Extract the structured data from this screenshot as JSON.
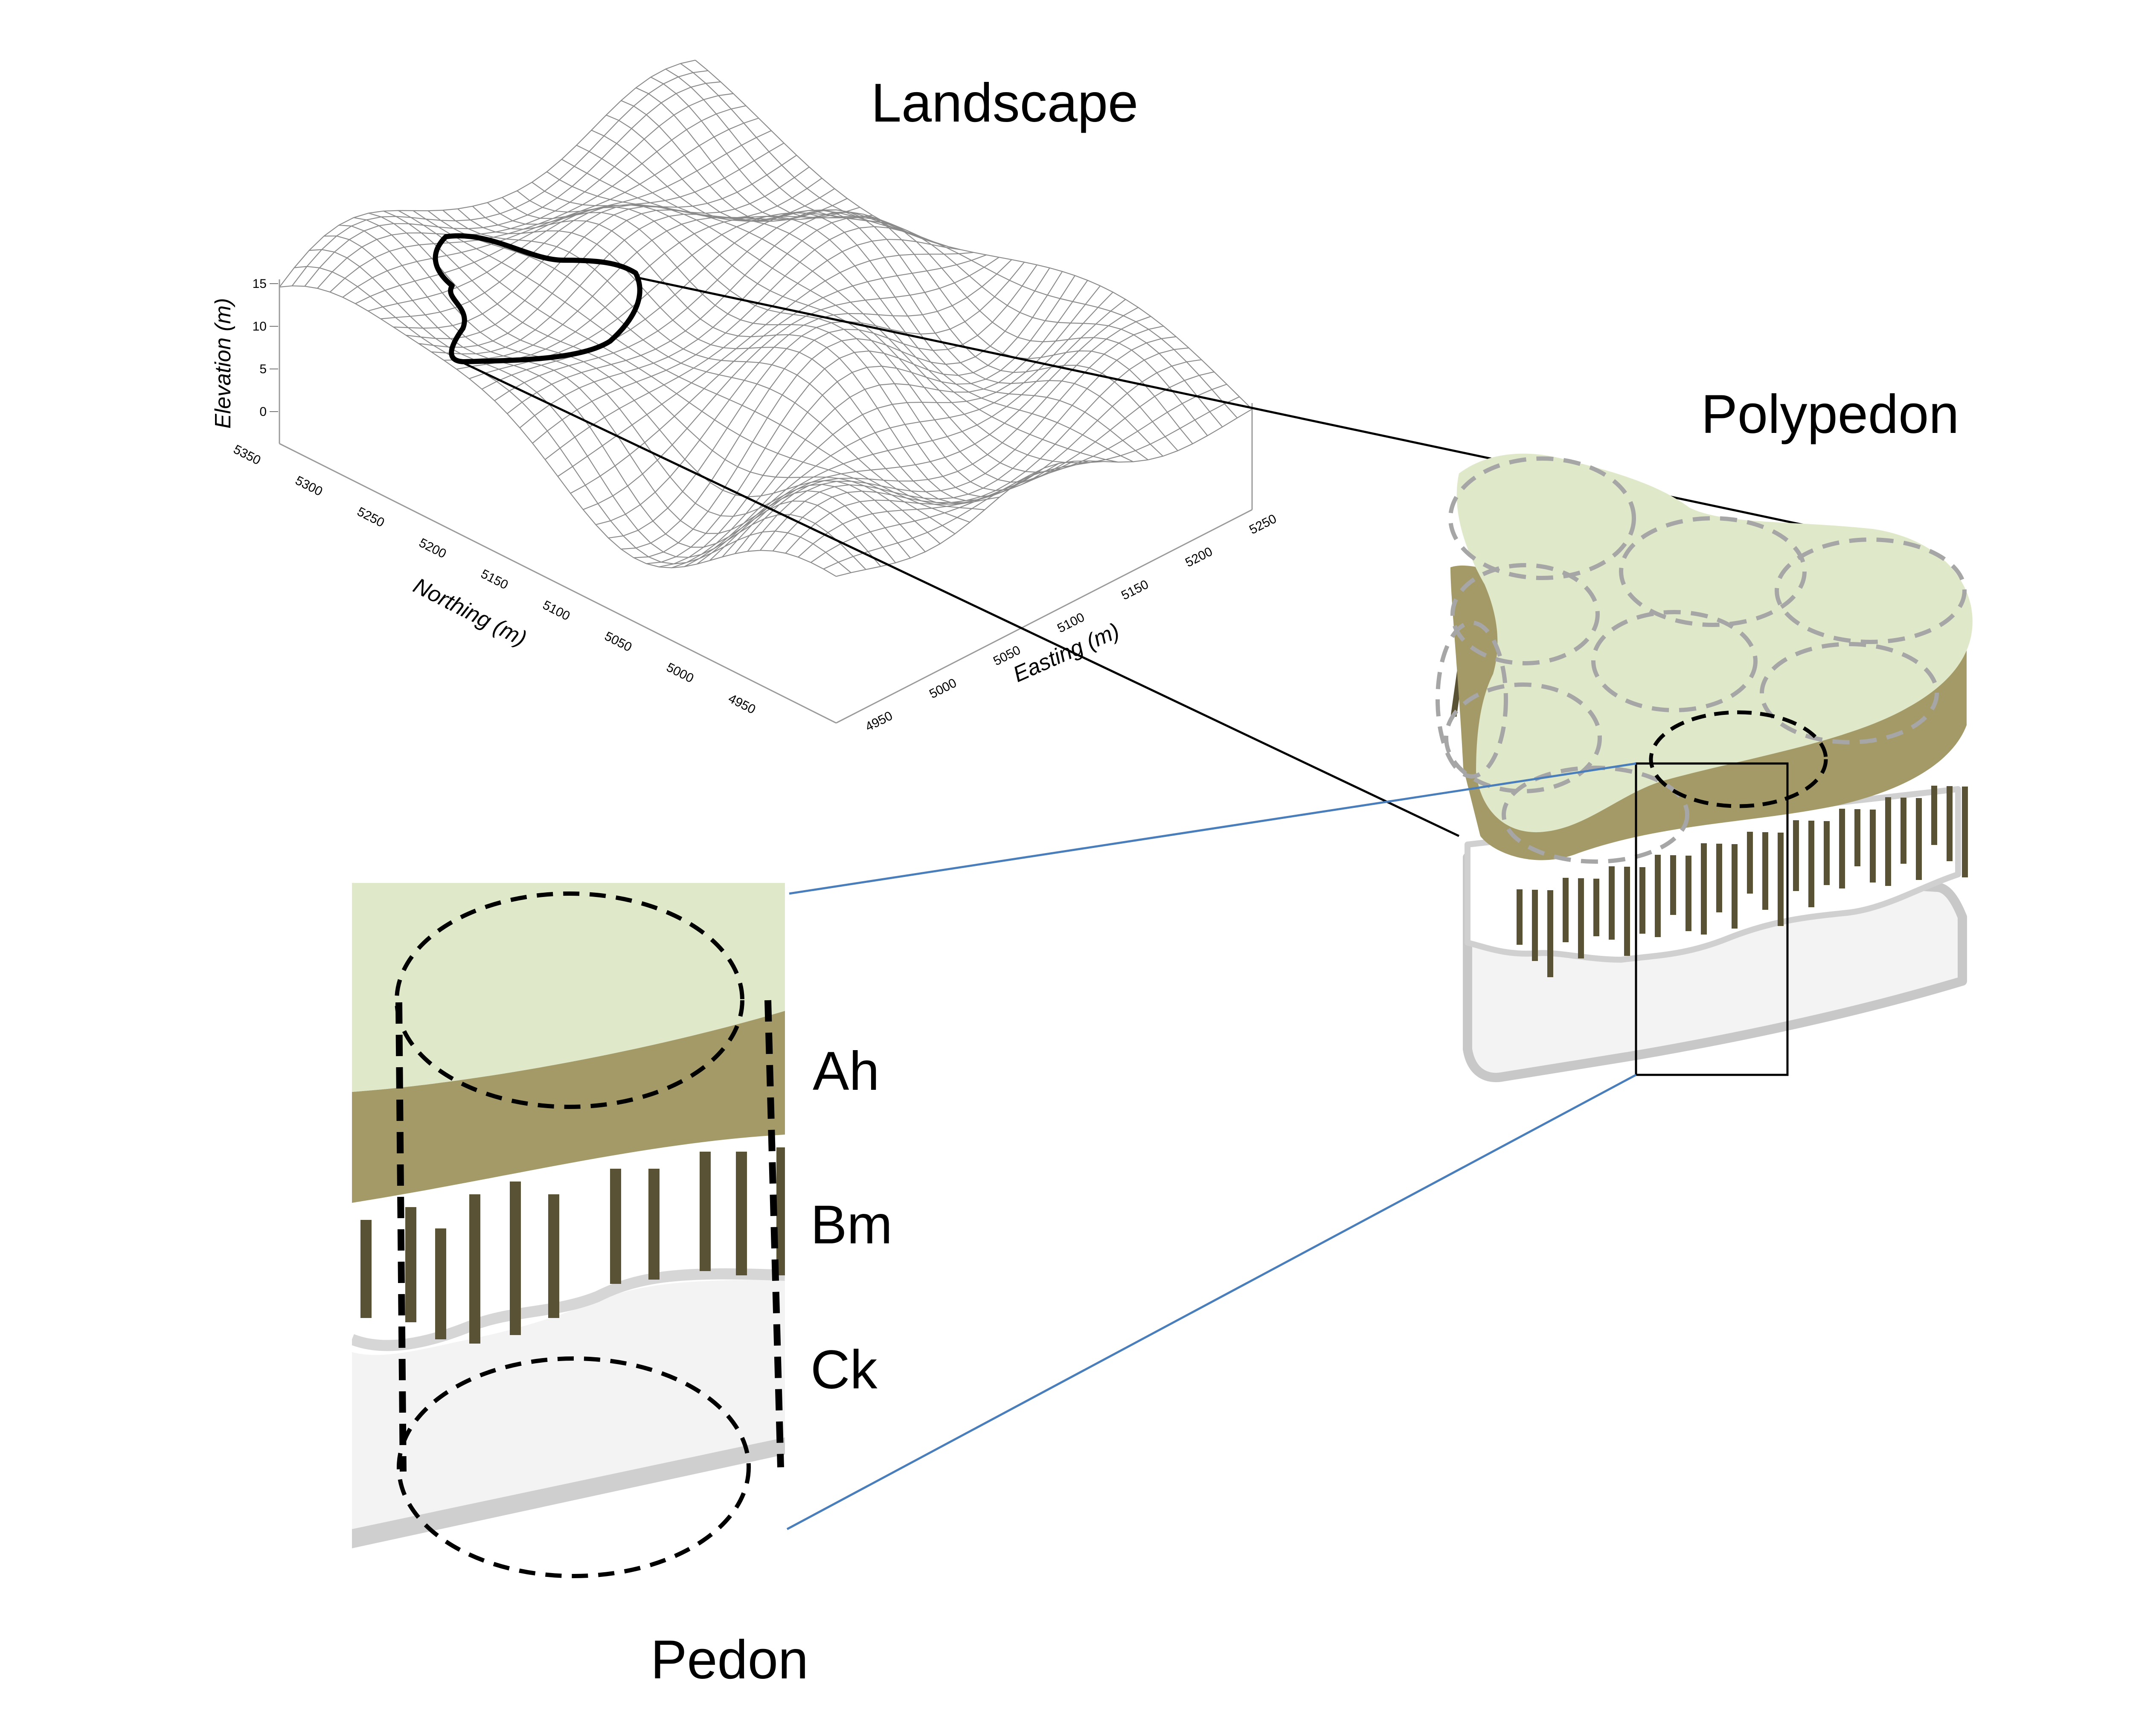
{
  "titles": {
    "landscape": "Landscape",
    "polypedon": "Polypedon",
    "pedon": "Pedon"
  },
  "horizons": [
    "Ah",
    "Bm",
    "Ck"
  ],
  "axes": {
    "elevation_label": "Elevation (m)",
    "northing_label": "Northing (m)",
    "easting_label": "Easting (m)",
    "elevation_ticks": [
      "15",
      "10",
      "5",
      "0"
    ],
    "northing_ticks": [
      "5350",
      "5300",
      "5250",
      "5200",
      "5150",
      "5100",
      "5050",
      "5000",
      "4950"
    ],
    "easting_ticks": [
      "4950",
      "5000",
      "5050",
      "5100",
      "5150",
      "5200",
      "5250"
    ]
  },
  "colors": {
    "ah_surface": "#dfe8c8",
    "ah_band": "#a39a68",
    "bm_stripes": "#5a5235",
    "ck_base": "#f3f3f3",
    "ck_edge": "#cfcfcf",
    "zoom_line_blue": "#4a7ebb",
    "dashed_gray": "#a6a6a6",
    "mesh": "#8a8a8a"
  }
}
